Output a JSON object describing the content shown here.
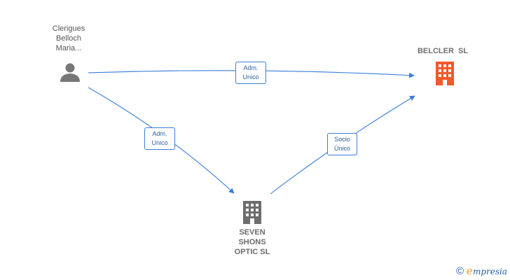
{
  "nodes": {
    "person": {
      "lines": [
        "Clerigues",
        "Belloch",
        "Maria..."
      ],
      "icon": "person-icon",
      "color": "#777777"
    },
    "belcler": {
      "lines": [
        "BELCLER  SL"
      ],
      "icon": "building-icon",
      "color": "#f05a28"
    },
    "seven": {
      "lines": [
        "SEVEN",
        "SHONS",
        "OPTIC SL"
      ],
      "icon": "building-icon",
      "color": "#6d6d6d"
    }
  },
  "edges": [
    {
      "from": "person",
      "to": "belcler",
      "lines": [
        "Adm.",
        "Unico"
      ]
    },
    {
      "from": "person",
      "to": "seven",
      "lines": [
        "Adm.",
        "Unico"
      ]
    },
    {
      "from": "seven",
      "to": "belcler",
      "lines": [
        "Socio",
        "Único"
      ]
    }
  ],
  "edge_color": "#3b7dd8",
  "brand": {
    "copyright": "©",
    "initial": "e",
    "rest": "mpresia"
  }
}
